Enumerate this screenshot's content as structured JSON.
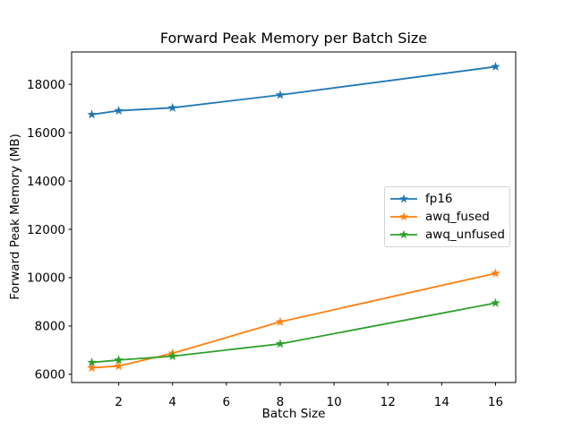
{
  "figure": {
    "background_color": "#ffffff",
    "text_color": "#000000",
    "axes_edge_color": "#000000",
    "legend_border_color": "#d4d4d4"
  },
  "chart_data": {
    "type": "line",
    "title": "Forward Peak Memory per Batch Size",
    "xlabel": "Batch Size",
    "ylabel": "Forward Peak Memory (MB)",
    "x": [
      1,
      2,
      4,
      8,
      16
    ],
    "series": [
      {
        "name": "fp16",
        "color": "#1f77b4",
        "values": [
          16750,
          16910,
          17030,
          17560,
          18730
        ]
      },
      {
        "name": "awq_fused",
        "color": "#ff7f0e",
        "values": [
          6270,
          6340,
          6870,
          8170,
          10180
        ]
      },
      {
        "name": "awq_unfused",
        "color": "#2ca02c",
        "values": [
          6490,
          6590,
          6750,
          7260,
          8950
        ]
      }
    ],
    "marker": "star",
    "xlim": [
      0.25,
      16.75
    ],
    "ylim": [
      5660,
      19340
    ],
    "x_ticks": [
      2,
      4,
      6,
      8,
      10,
      12,
      14,
      16
    ],
    "y_ticks": [
      6000,
      8000,
      10000,
      12000,
      14000,
      16000,
      18000
    ],
    "grid": false,
    "legend_position": "center-right"
  }
}
